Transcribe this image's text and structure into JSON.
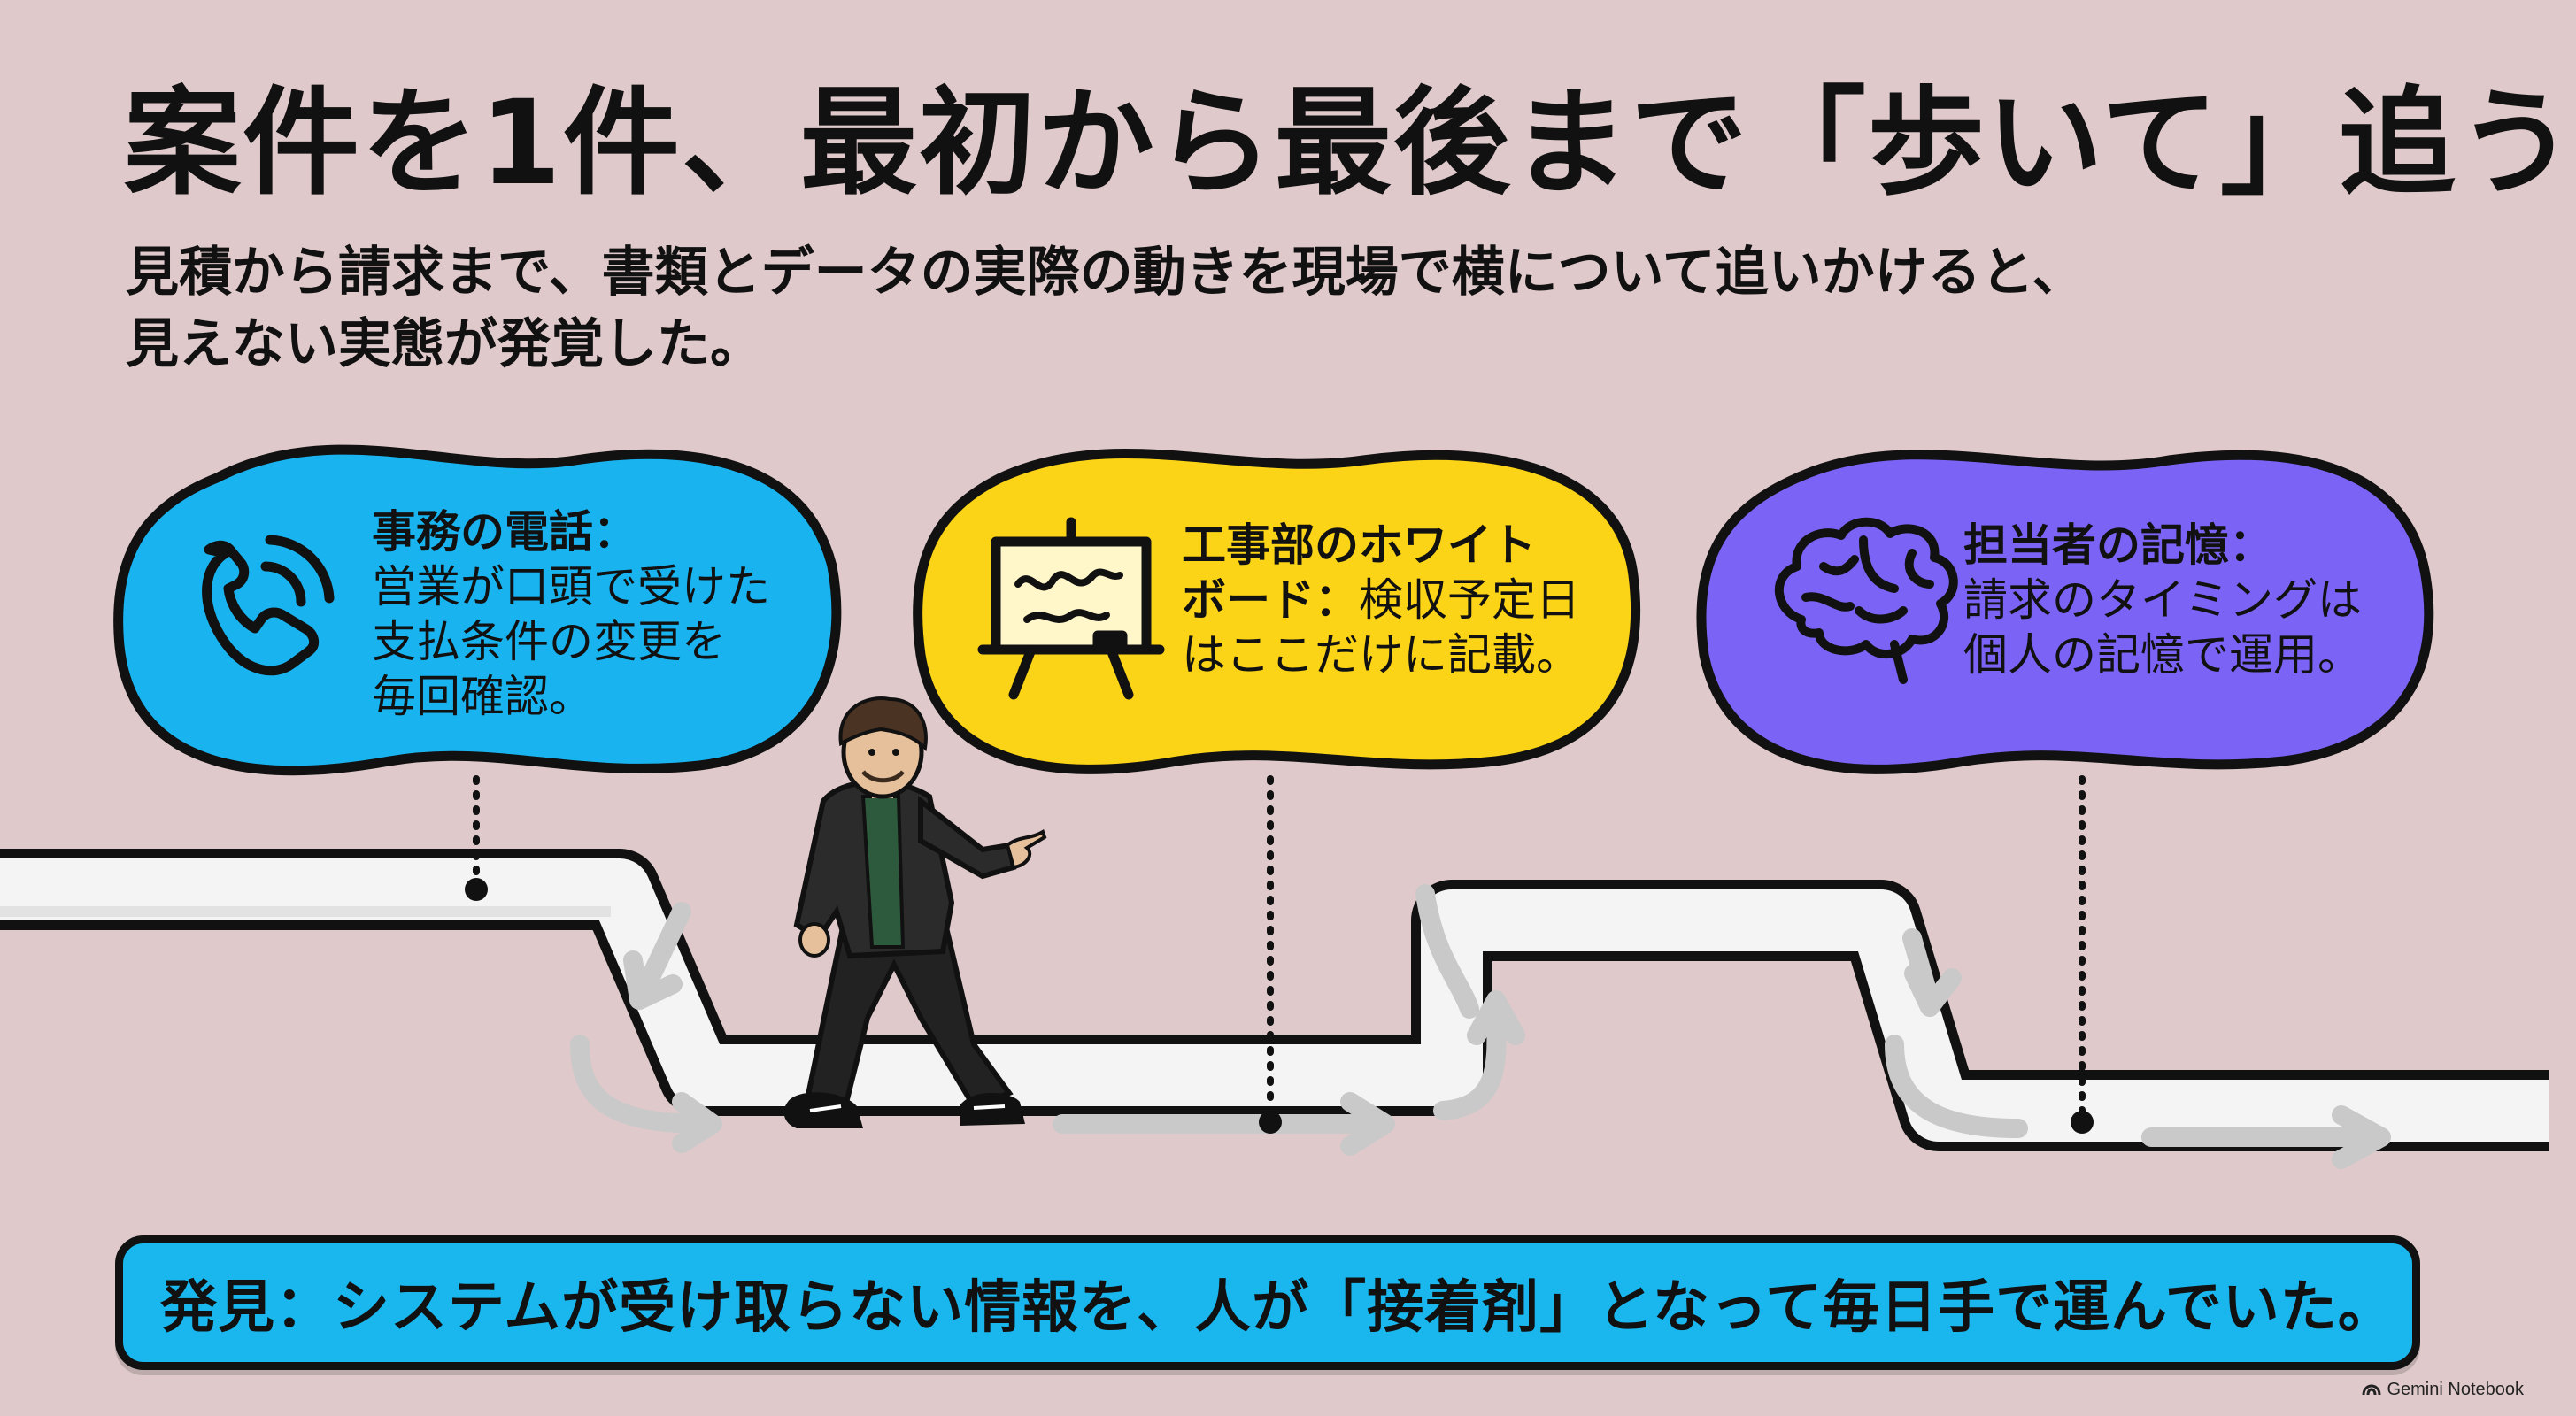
{
  "title": "案件を1件、最初から最後まで「歩いて」追う",
  "subtitle": {
    "line1": "見積から請求まで、書類とデータの実際の動きを現場で横について追いかけると、",
    "line2": "見えない実態が発覚した。"
  },
  "bubbles": [
    {
      "heading": "事務の電話：",
      "lines": [
        "営業が口頭で受けた",
        "支払条件の変更を",
        "毎回確認。"
      ],
      "icon": "phone-icon",
      "color": "#19b4f0"
    },
    {
      "heading_lines": [
        "工事部のホワイト",
        "ボード："
      ],
      "lines_after": [
        "検収予定日",
        "はここだけに記載。"
      ],
      "icon": "whiteboard-icon",
      "color": "#fbd317"
    },
    {
      "heading": "担当者の記憶：",
      "lines": [
        "請求のタイミングは",
        "個人の記憶で運用。"
      ],
      "icon": "brain-icon",
      "color": "#7a63f5"
    }
  ],
  "banner": {
    "text": "発見：システムが受け取らない情報を、人が「接着剤」となって毎日手で運んでいた。",
    "color": "#1ab7ef"
  },
  "watermark": "Gemini Notebook"
}
